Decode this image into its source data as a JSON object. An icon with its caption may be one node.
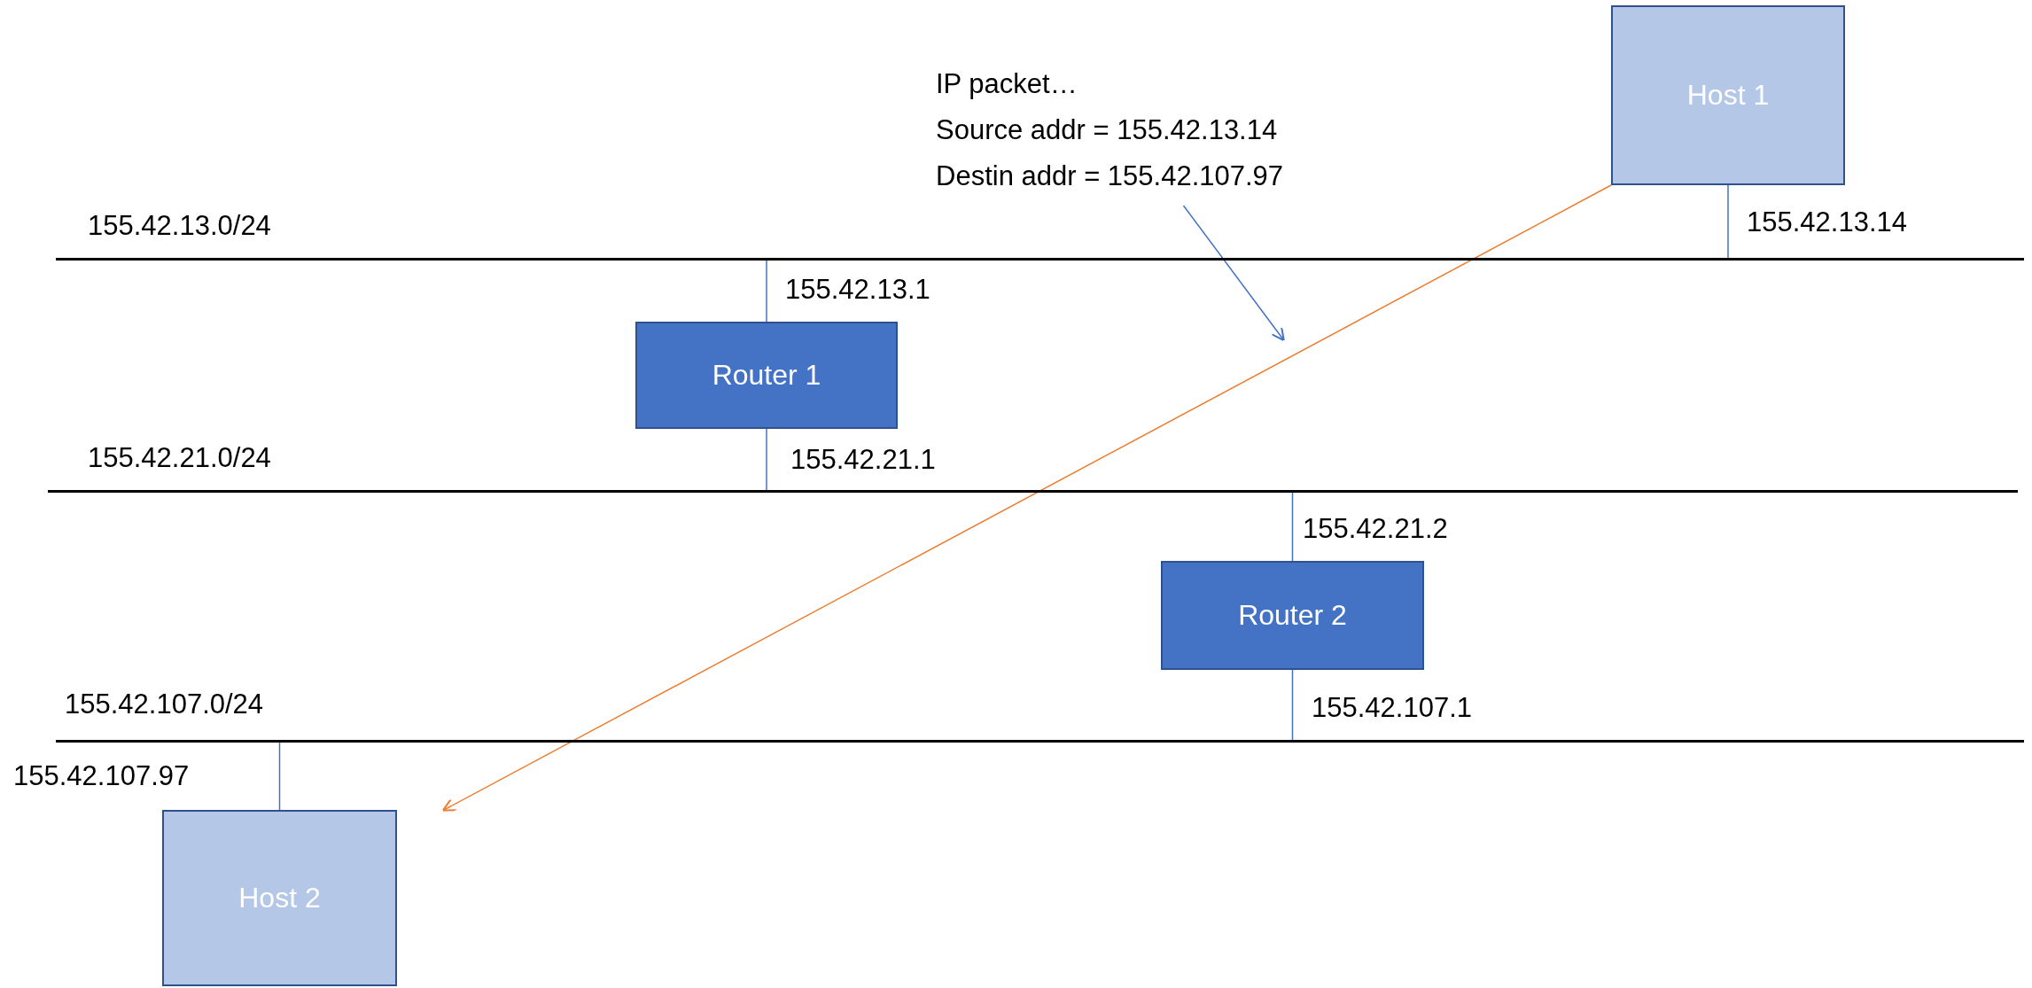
{
  "diagram": {
    "nodes": [
      {
        "text": [
          "Host 1"
        ]
      },
      {
        "text": [
          "IP packet…",
          "Source addr = 155.42.13.14",
          "Destin addr = 155.42.107.97"
        ]
      },
      {
        "text": [
          "155.42.13.0/24"
        ]
      },
      {
        "text": [
          "Router 1"
        ]
      },
      {
        "text": [
          "155.42.21.0/24"
        ]
      },
      {
        "text": [
          "Router 2"
        ]
      },
      {
        "text": [
          "155.42.107.0/24"
        ]
      },
      {
        "text": [
          "Host 2"
        ]
      }
    ],
    "edges": [
      {
        "from": 0,
        "to": 2,
        "arrow": "none",
        "label": "155.42.13.14"
      },
      {
        "from": 3,
        "to": 2,
        "arrow": "none",
        "label": "155.42.13.1"
      },
      {
        "from": 3,
        "to": 4,
        "arrow": "none",
        "label": "155.42.21.1"
      },
      {
        "from": 5,
        "to": 4,
        "arrow": "none",
        "label": "155.42.21.2"
      },
      {
        "from": 5,
        "to": 6,
        "arrow": "none",
        "label": "155.42.107.1"
      },
      {
        "from": 7,
        "to": 6,
        "arrow": "none",
        "label": "155.42.107.97"
      },
      {
        "from": 0,
        "to": 7,
        "arrow": "to",
        "color": "#ed7d31"
      },
      {
        "from": 1,
        "to": null,
        "arrow": "to"
      }
    ]
  }
}
